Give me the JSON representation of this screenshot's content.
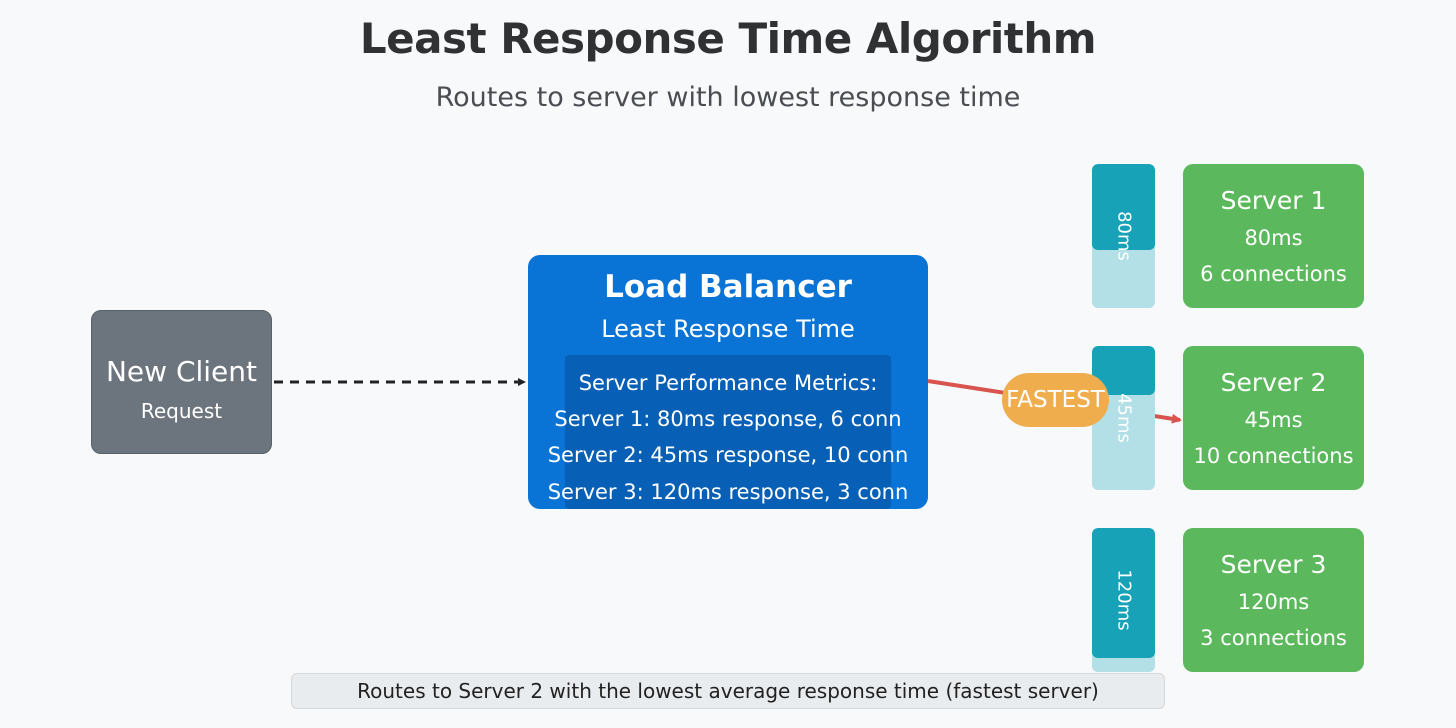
{
  "title": "Least Response Time Algorithm",
  "subtitle": "Routes to server with lowest response time",
  "client": {
    "name": "New Client",
    "sub": "Request"
  },
  "load_balancer": {
    "title": "Load Balancer",
    "subtitle": "Least Response Time",
    "metrics": [
      "Server Performance Metrics:",
      "Server 1: 80ms response, 6 conn",
      "Server 2: 45ms response, 10 conn",
      "Server 3: 120ms response, 3 conn"
    ]
  },
  "response_bars": [
    {
      "label": "80ms",
      "fill": 0.6
    },
    {
      "label": "45ms",
      "fill": 0.34
    },
    {
      "label": "120ms",
      "fill": 0.9
    }
  ],
  "servers": [
    {
      "name": "Server 1",
      "time": "80ms",
      "connections": "6 connections"
    },
    {
      "name": "Server 2",
      "time": "45ms",
      "connections": "10 connections"
    },
    {
      "name": "Server 3",
      "time": "120ms",
      "connections": "3 connections"
    }
  ],
  "badge": "FASTEST",
  "footer": "Routes to Server 2 with the lowest average response time (fastest server)",
  "colors": {
    "client": "#6c757d",
    "load_balancer": "#0a74d6",
    "server": "#5cb85c",
    "bar_fill": "#17a2b8",
    "bar_track": "#b3dfe6",
    "badge": "#f0ad4e",
    "route_arrow": "#d9534f"
  }
}
